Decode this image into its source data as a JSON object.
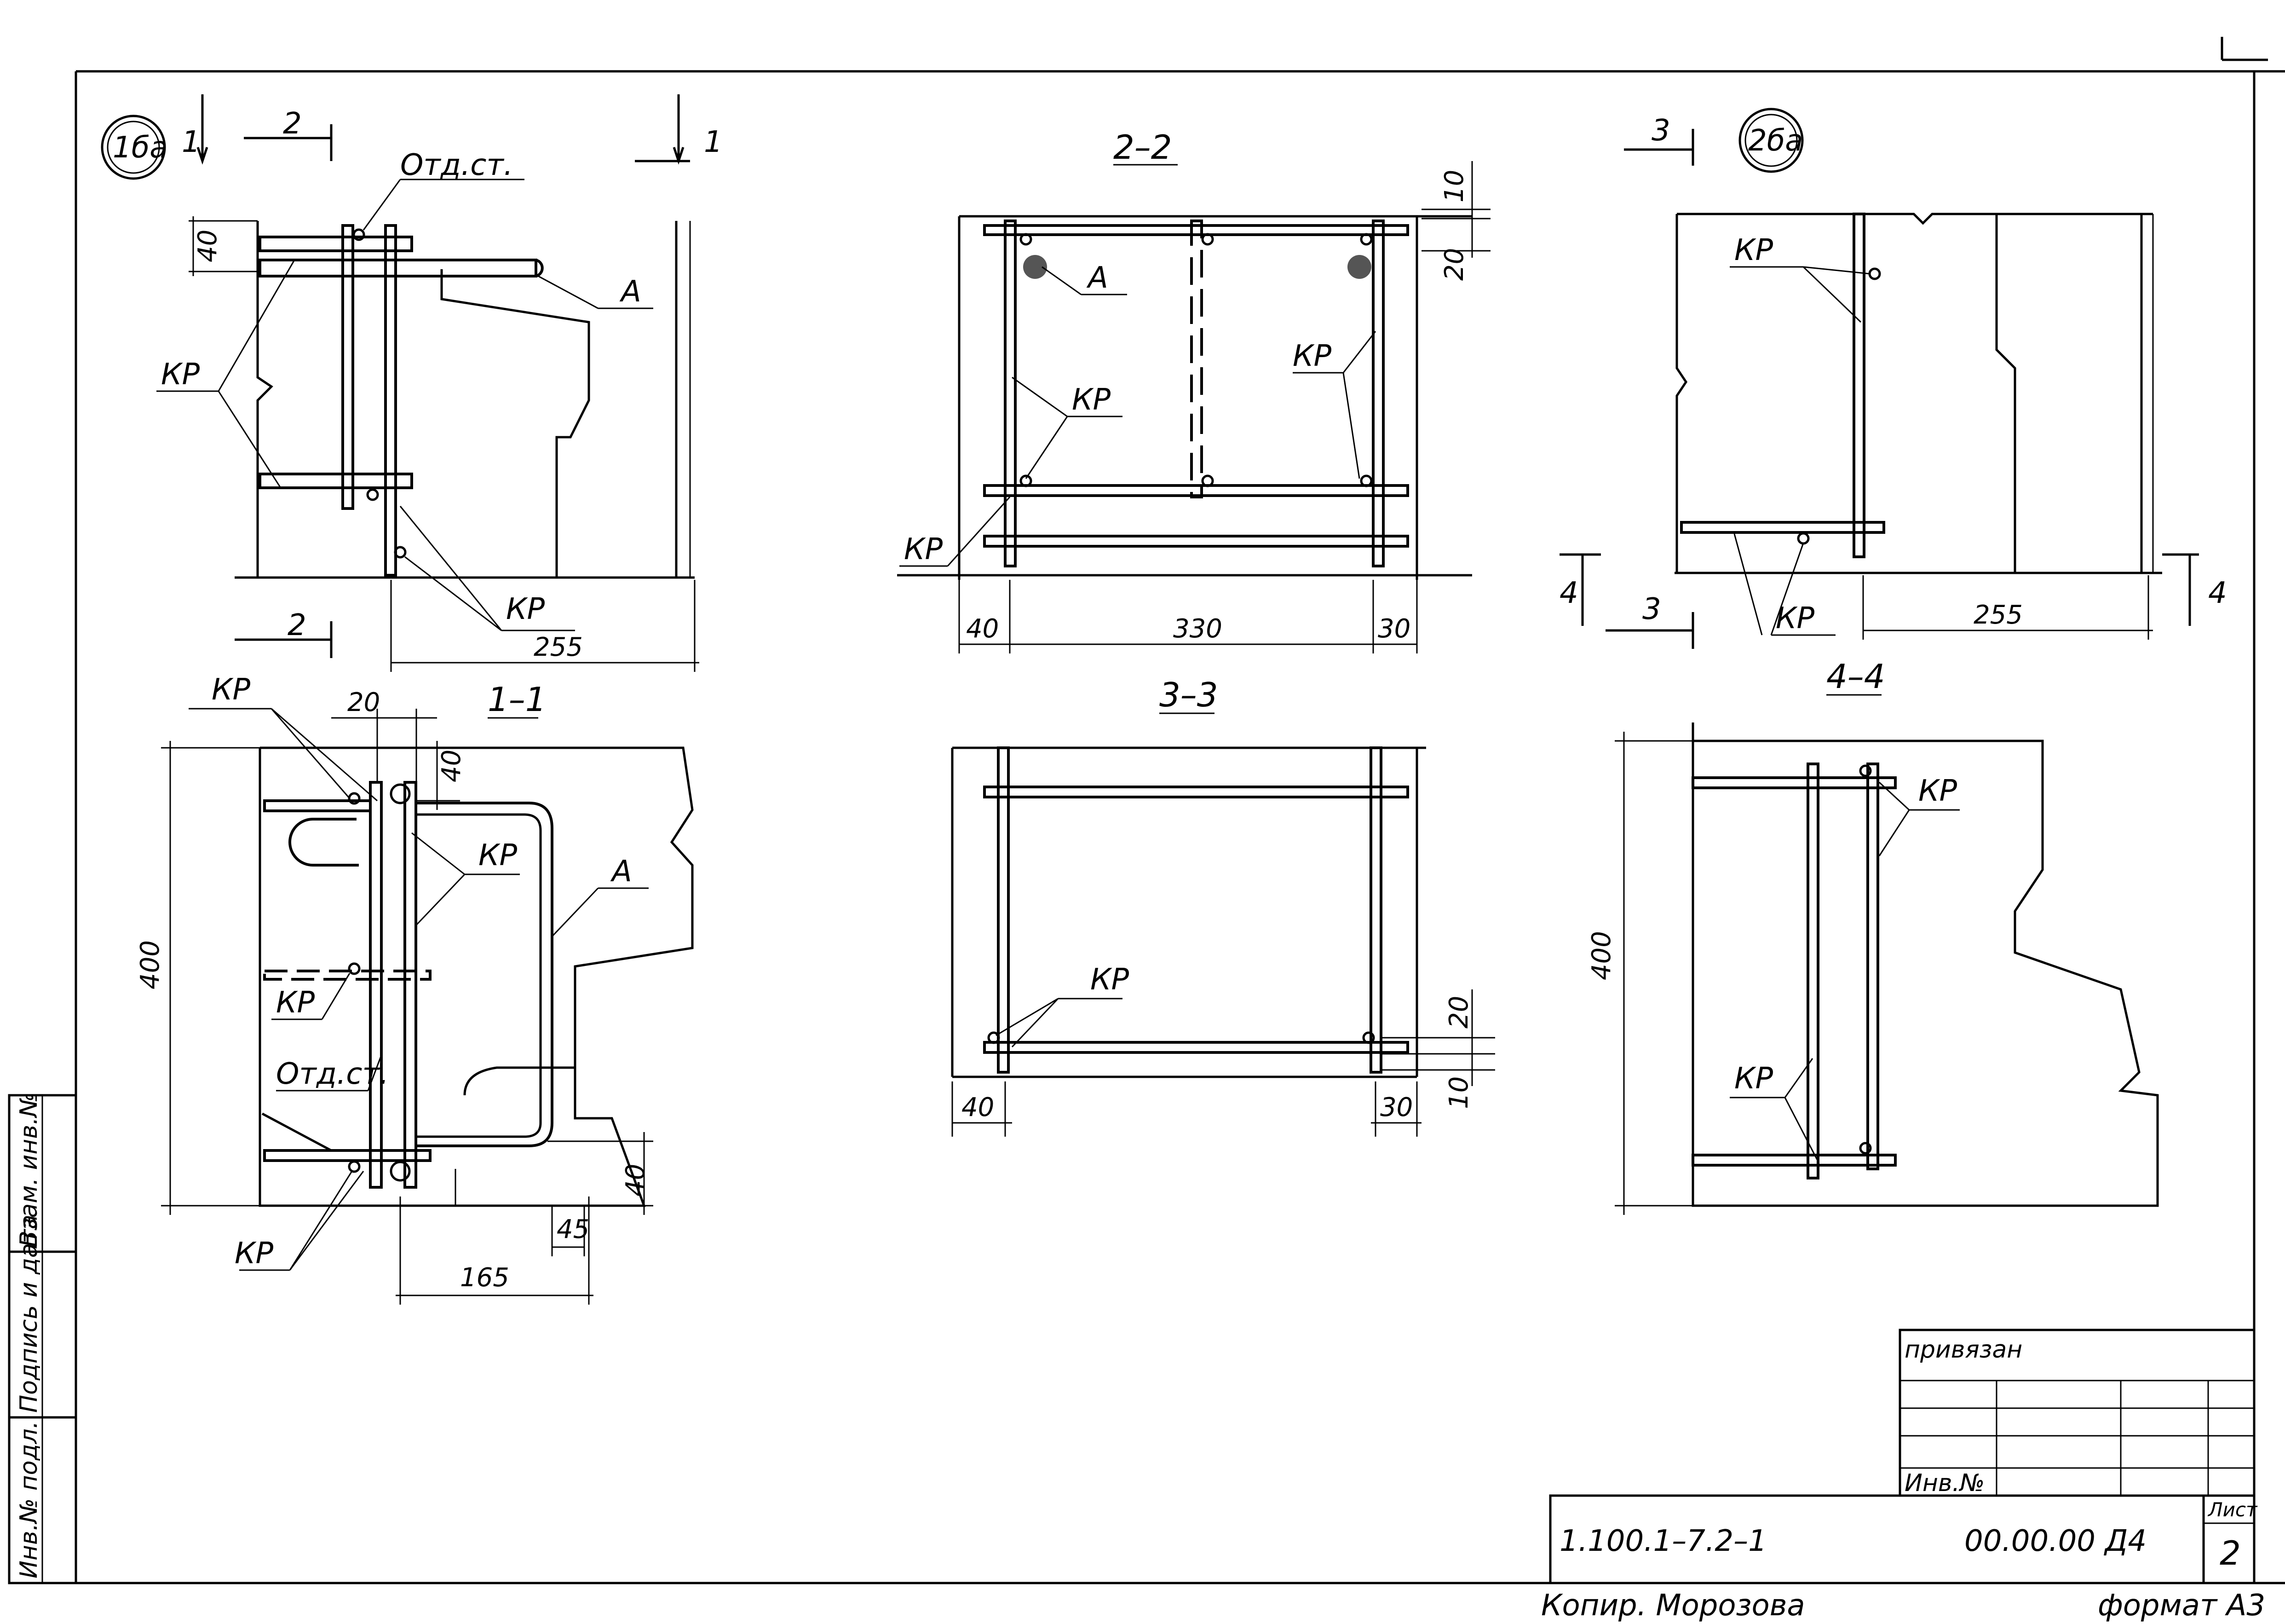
{
  "views": {
    "view_1ba": {
      "badge": "1ба",
      "section_marks": [
        "1",
        "2",
        "1",
        "2"
      ],
      "labels": [
        "Отд.ст.",
        "А",
        "КР",
        "КР"
      ],
      "dims": [
        "40",
        "255"
      ]
    },
    "view_2_2": {
      "title": "2–2",
      "labels": [
        "А",
        "КР",
        "КР",
        "КР"
      ],
      "dims": [
        "10",
        "20",
        "40",
        "330",
        "30"
      ]
    },
    "view_2ba": {
      "badge": "2ба",
      "section_marks": [
        "3",
        "3",
        "4",
        "4"
      ],
      "labels": [
        "КР",
        "КР"
      ],
      "dims": [
        "255"
      ]
    },
    "view_1_1": {
      "title": "1–1",
      "labels": [
        "КР",
        "КР",
        "А",
        "КР",
        "Отд.ст.",
        "КР"
      ],
      "dims": [
        "20",
        "40",
        "400",
        "40",
        "45",
        "165"
      ]
    },
    "view_3_3": {
      "title": "3–3",
      "labels": [
        "КР"
      ],
      "dims": [
        "20",
        "10",
        "40",
        "30"
      ]
    },
    "view_4_4": {
      "title": "4–4",
      "labels": [
        "КР",
        "КР"
      ],
      "dims": [
        "400"
      ]
    }
  },
  "side_stamp": [
    "Инв.№ подл.",
    "Подпись и дата",
    "Взам. инв.№"
  ],
  "title_block": {
    "privyazan": "привязан",
    "inv_no": "Инв.№",
    "doc_code": "1.100.1–7.2–1",
    "drawing_no": "00.00.00 Д4",
    "sheet_label": "Лист",
    "sheet_no": "2",
    "copied_by": "Копир. Морозова",
    "format": "формат А3"
  }
}
